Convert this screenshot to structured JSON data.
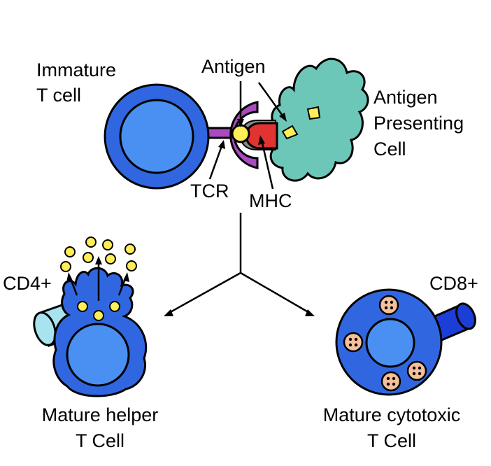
{
  "labels": {
    "immature_t_cell": [
      "Immature",
      "T cell"
    ],
    "antigen": "Antigen",
    "antigen_presenting_cell": [
      "Antigen",
      "Presenting",
      "Cell"
    ],
    "tcr": "TCR",
    "mhc": "MHC",
    "cd4": "CD4+",
    "cd8": "CD8+",
    "mature_helper": [
      "Mature helper",
      "T Cell"
    ],
    "mature_cytotoxic": [
      "Mature cytotoxic",
      "T Cell"
    ]
  },
  "colors": {
    "t_cell_outer": "#3067e0",
    "t_cell_nucleus": "#4a90f2",
    "apc": "#6cc7b8",
    "antigen": "#ffee55",
    "tcr": "#a94bbf",
    "mhc": "#e23333",
    "mhc_shadow": "#888888",
    "cd4_receptor": "#a8e4ef",
    "cd8_receptor": "#1b3fd6",
    "granule": "#f5c09a"
  },
  "icons": {
    "cytokine": "yellow-circle",
    "granule": "dotted-circle"
  }
}
